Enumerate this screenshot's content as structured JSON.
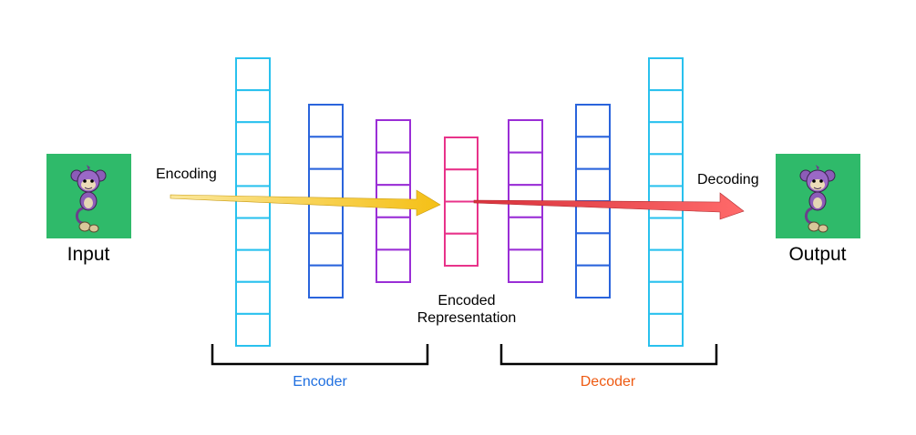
{
  "labels": {
    "input": "Input",
    "output": "Output",
    "encoding": "Encoding",
    "decoding": "Decoding",
    "encoded_line1": "Encoded",
    "encoded_line2": "Representation",
    "encoder": "Encoder",
    "decoder": "Decoder"
  },
  "colors": {
    "layer_large": "#29c1ee",
    "layer_medium": "#2a64dc",
    "layer_small": "#9a2ed6",
    "bottleneck": "#e8338a",
    "encoder_label": "#1f6fe0",
    "decoder_label": "#ee5a12",
    "encoding_arrow": "#f5c016",
    "decoding_arrow": "#f04a55",
    "image_bg": "#2fba6a",
    "bracket": "#000000"
  },
  "layers": [
    {
      "name": "encoder-layer-1",
      "role": "large",
      "cells": 9
    },
    {
      "name": "encoder-layer-2",
      "role": "medium",
      "cells": 6
    },
    {
      "name": "encoder-layer-3",
      "role": "small",
      "cells": 5
    },
    {
      "name": "bottleneck-layer",
      "role": "bottleneck",
      "cells": 4
    },
    {
      "name": "decoder-layer-1",
      "role": "small",
      "cells": 5
    },
    {
      "name": "decoder-layer-2",
      "role": "medium",
      "cells": 6
    },
    {
      "name": "decoder-layer-3",
      "role": "large",
      "cells": 9
    }
  ],
  "images": {
    "input_icon": "pokemon-sprite-icon",
    "output_icon": "pokemon-sprite-icon"
  }
}
